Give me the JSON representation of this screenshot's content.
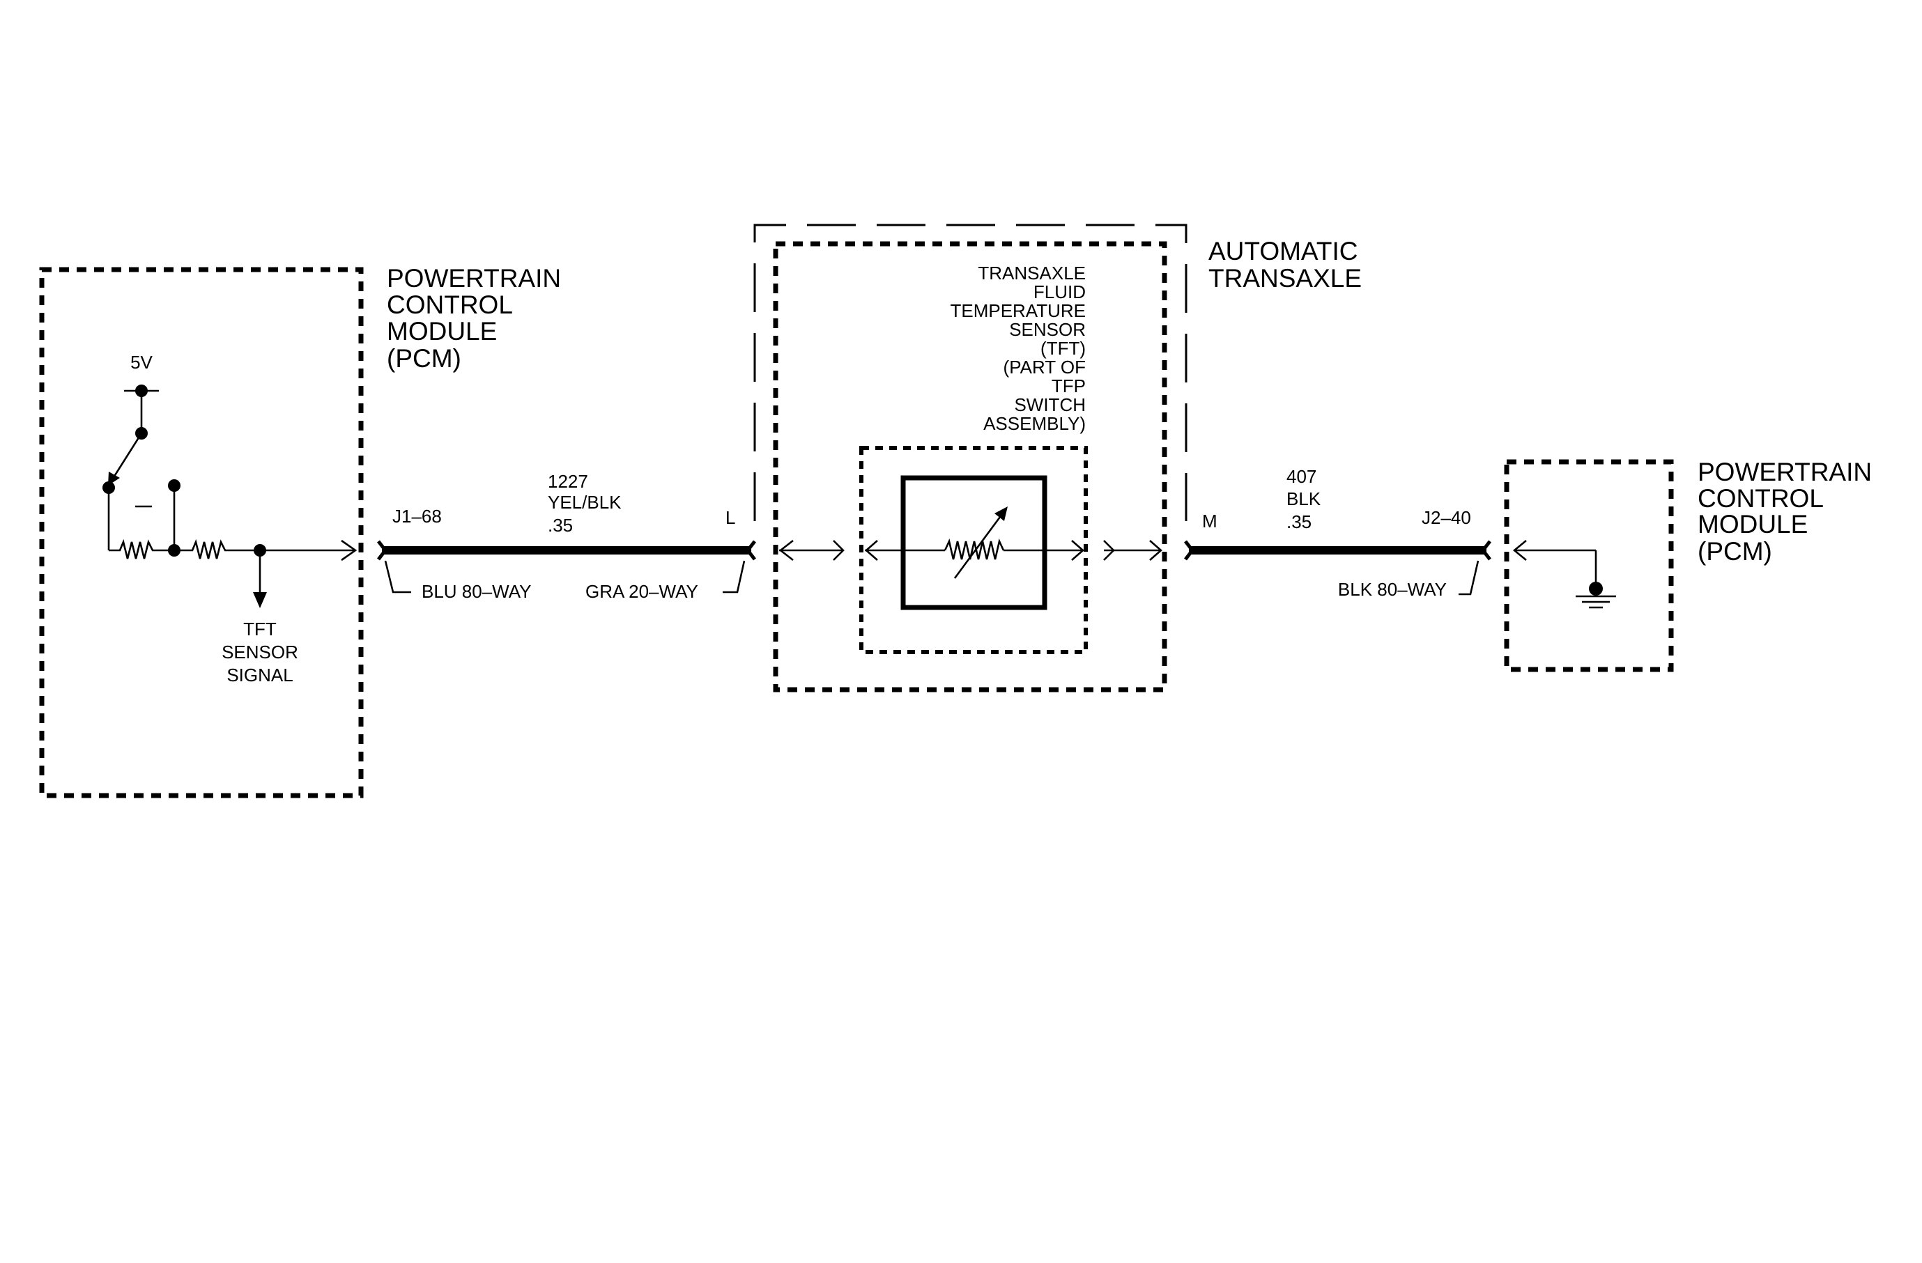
{
  "pcm_left": {
    "title_lines": [
      "POWERTRAIN",
      "CONTROL",
      "MODULE",
      "(PCM)"
    ],
    "voltage": "5V",
    "signal_lines": [
      "TFT",
      "SENSOR",
      "SIGNAL"
    ]
  },
  "wire_1": {
    "pin_left": "J1–68",
    "circuit_lines": [
      "1227",
      "YEL/BLK",
      ".35"
    ],
    "pin_right": "L",
    "connector_left": "BLU 80–WAY",
    "connector_right": "GRA 20–WAY"
  },
  "transaxle": {
    "title_lines": [
      "AUTOMATIC",
      "TRANSAXLE"
    ],
    "sensor_lines": [
      "TRANSAXLE",
      "FLUID",
      "TEMPERATURE",
      "SENSOR",
      "(TFT)",
      "(PART OF",
      "TFP",
      "SWITCH",
      "ASSEMBLY)"
    ]
  },
  "wire_2": {
    "pin_left": "M",
    "circuit_lines": [
      "407",
      "BLK",
      ".35"
    ],
    "pin_right": "J2–40",
    "connector": "BLK 80–WAY"
  },
  "pcm_right": {
    "title_lines": [
      "POWERTRAIN",
      "CONTROL",
      "MODULE",
      "(PCM)"
    ]
  }
}
